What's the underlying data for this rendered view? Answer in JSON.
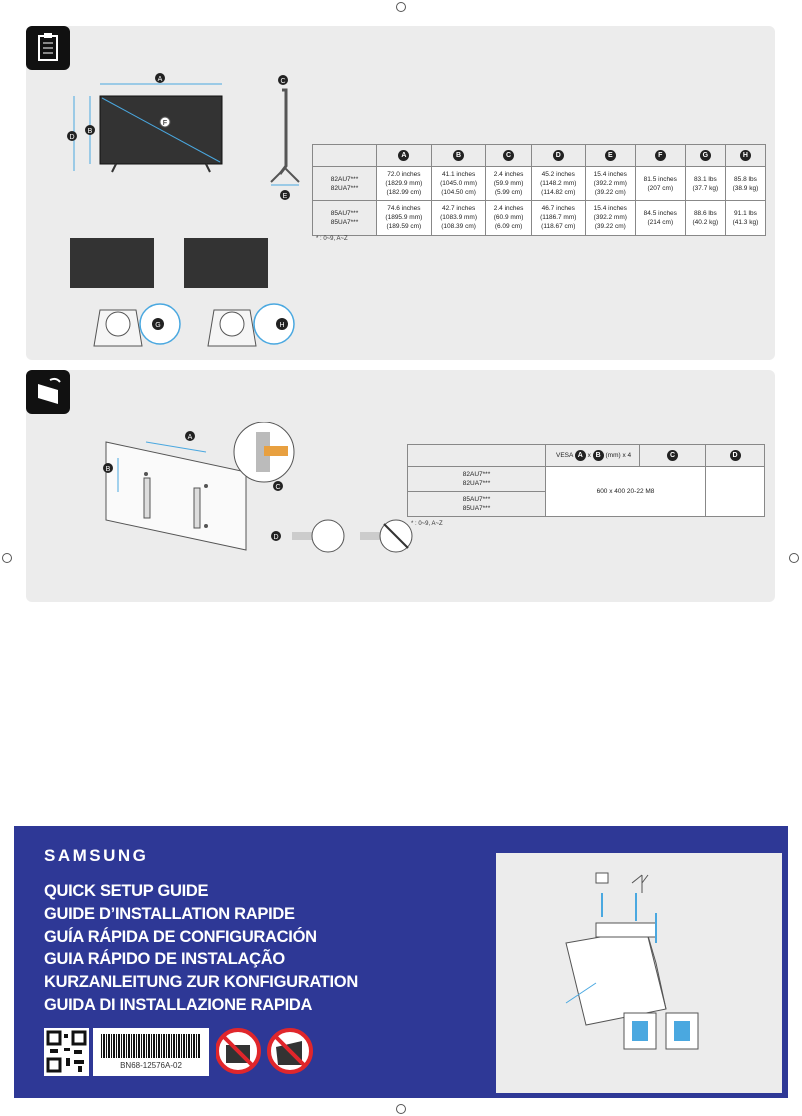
{
  "specs": {
    "headers": [
      "A",
      "B",
      "C",
      "D",
      "E",
      "F",
      "G",
      "H"
    ],
    "rows": [
      {
        "models": [
          "82AU7***",
          "82UA7***"
        ],
        "cells": [
          [
            "72.0 inches",
            "(1829.9 mm)",
            "(182.99 cm)"
          ],
          [
            "41.1 inches",
            "(1045.0 mm)",
            "(104.50 cm)"
          ],
          [
            "2.4 inches",
            "(59.9 mm)",
            "(5.99 cm)"
          ],
          [
            "45.2 inches",
            "(1148.2 mm)",
            "(114.82 cm)"
          ],
          [
            "15.4 inches",
            "(392.2 mm)",
            "(39.22 cm)"
          ],
          [
            "81.5 inches",
            "(207 cm)"
          ],
          [
            "83.1 lbs",
            "(37.7 kg)"
          ],
          [
            "85.8 lbs",
            "(38.9 kg)"
          ]
        ]
      },
      {
        "models": [
          "85AU7***",
          "85UA7***"
        ],
        "cells": [
          [
            "74.6 inches",
            "(1895.9 mm)",
            "(189.59 cm)"
          ],
          [
            "42.7 inches",
            "(1083.9 mm)",
            "(108.39 cm)"
          ],
          [
            "2.4 inches",
            "(60.9 mm)",
            "(6.09 cm)"
          ],
          [
            "46.7 inches",
            "(1186.7 mm)",
            "(118.67 cm)"
          ],
          [
            "15.4 inches",
            "(392.2 mm)",
            "(39.22 cm)"
          ],
          [
            "84.5 inches",
            "(214 cm)"
          ],
          [
            "88.6 lbs",
            "(40.2 kg)"
          ],
          [
            "91.1 lbs",
            "(41.3 kg)"
          ]
        ]
      }
    ],
    "note": "* : 0~9, A~Z"
  },
  "vesa": {
    "header_prefix": "VESA",
    "header_x": "x",
    "header_suffix": "(mm) x 4",
    "badges": [
      "A",
      "B",
      "C",
      "D"
    ],
    "models": [
      [
        "82AU7***",
        "82UA7***"
      ],
      [
        "85AU7***",
        "85UA7***"
      ]
    ],
    "value": "600 x 400 20-22 M8",
    "note": "* : 0~9, A~Z"
  },
  "diagram_labels": [
    "A",
    "B",
    "C",
    "D",
    "E",
    "F",
    "G",
    "H"
  ],
  "cover": {
    "brand": "SAMSUNG",
    "titles": [
      "QUICK SETUP GUIDE",
      "GUIDE D’INSTALLATION RAPIDE",
      "GUÍA RÁPIDA DE CONFIGURACIÓN",
      "GUIA RÁPIDO DE INSTALAÇÃO",
      "KURZANLEITUNG ZUR KONFIGURATION",
      "GUIDA DI INSTALLAZIONE RAPIDA"
    ],
    "part_number": "BN68-12576A-02",
    "colors": {
      "background": "#2e3896",
      "warning": "#e0262b"
    }
  }
}
